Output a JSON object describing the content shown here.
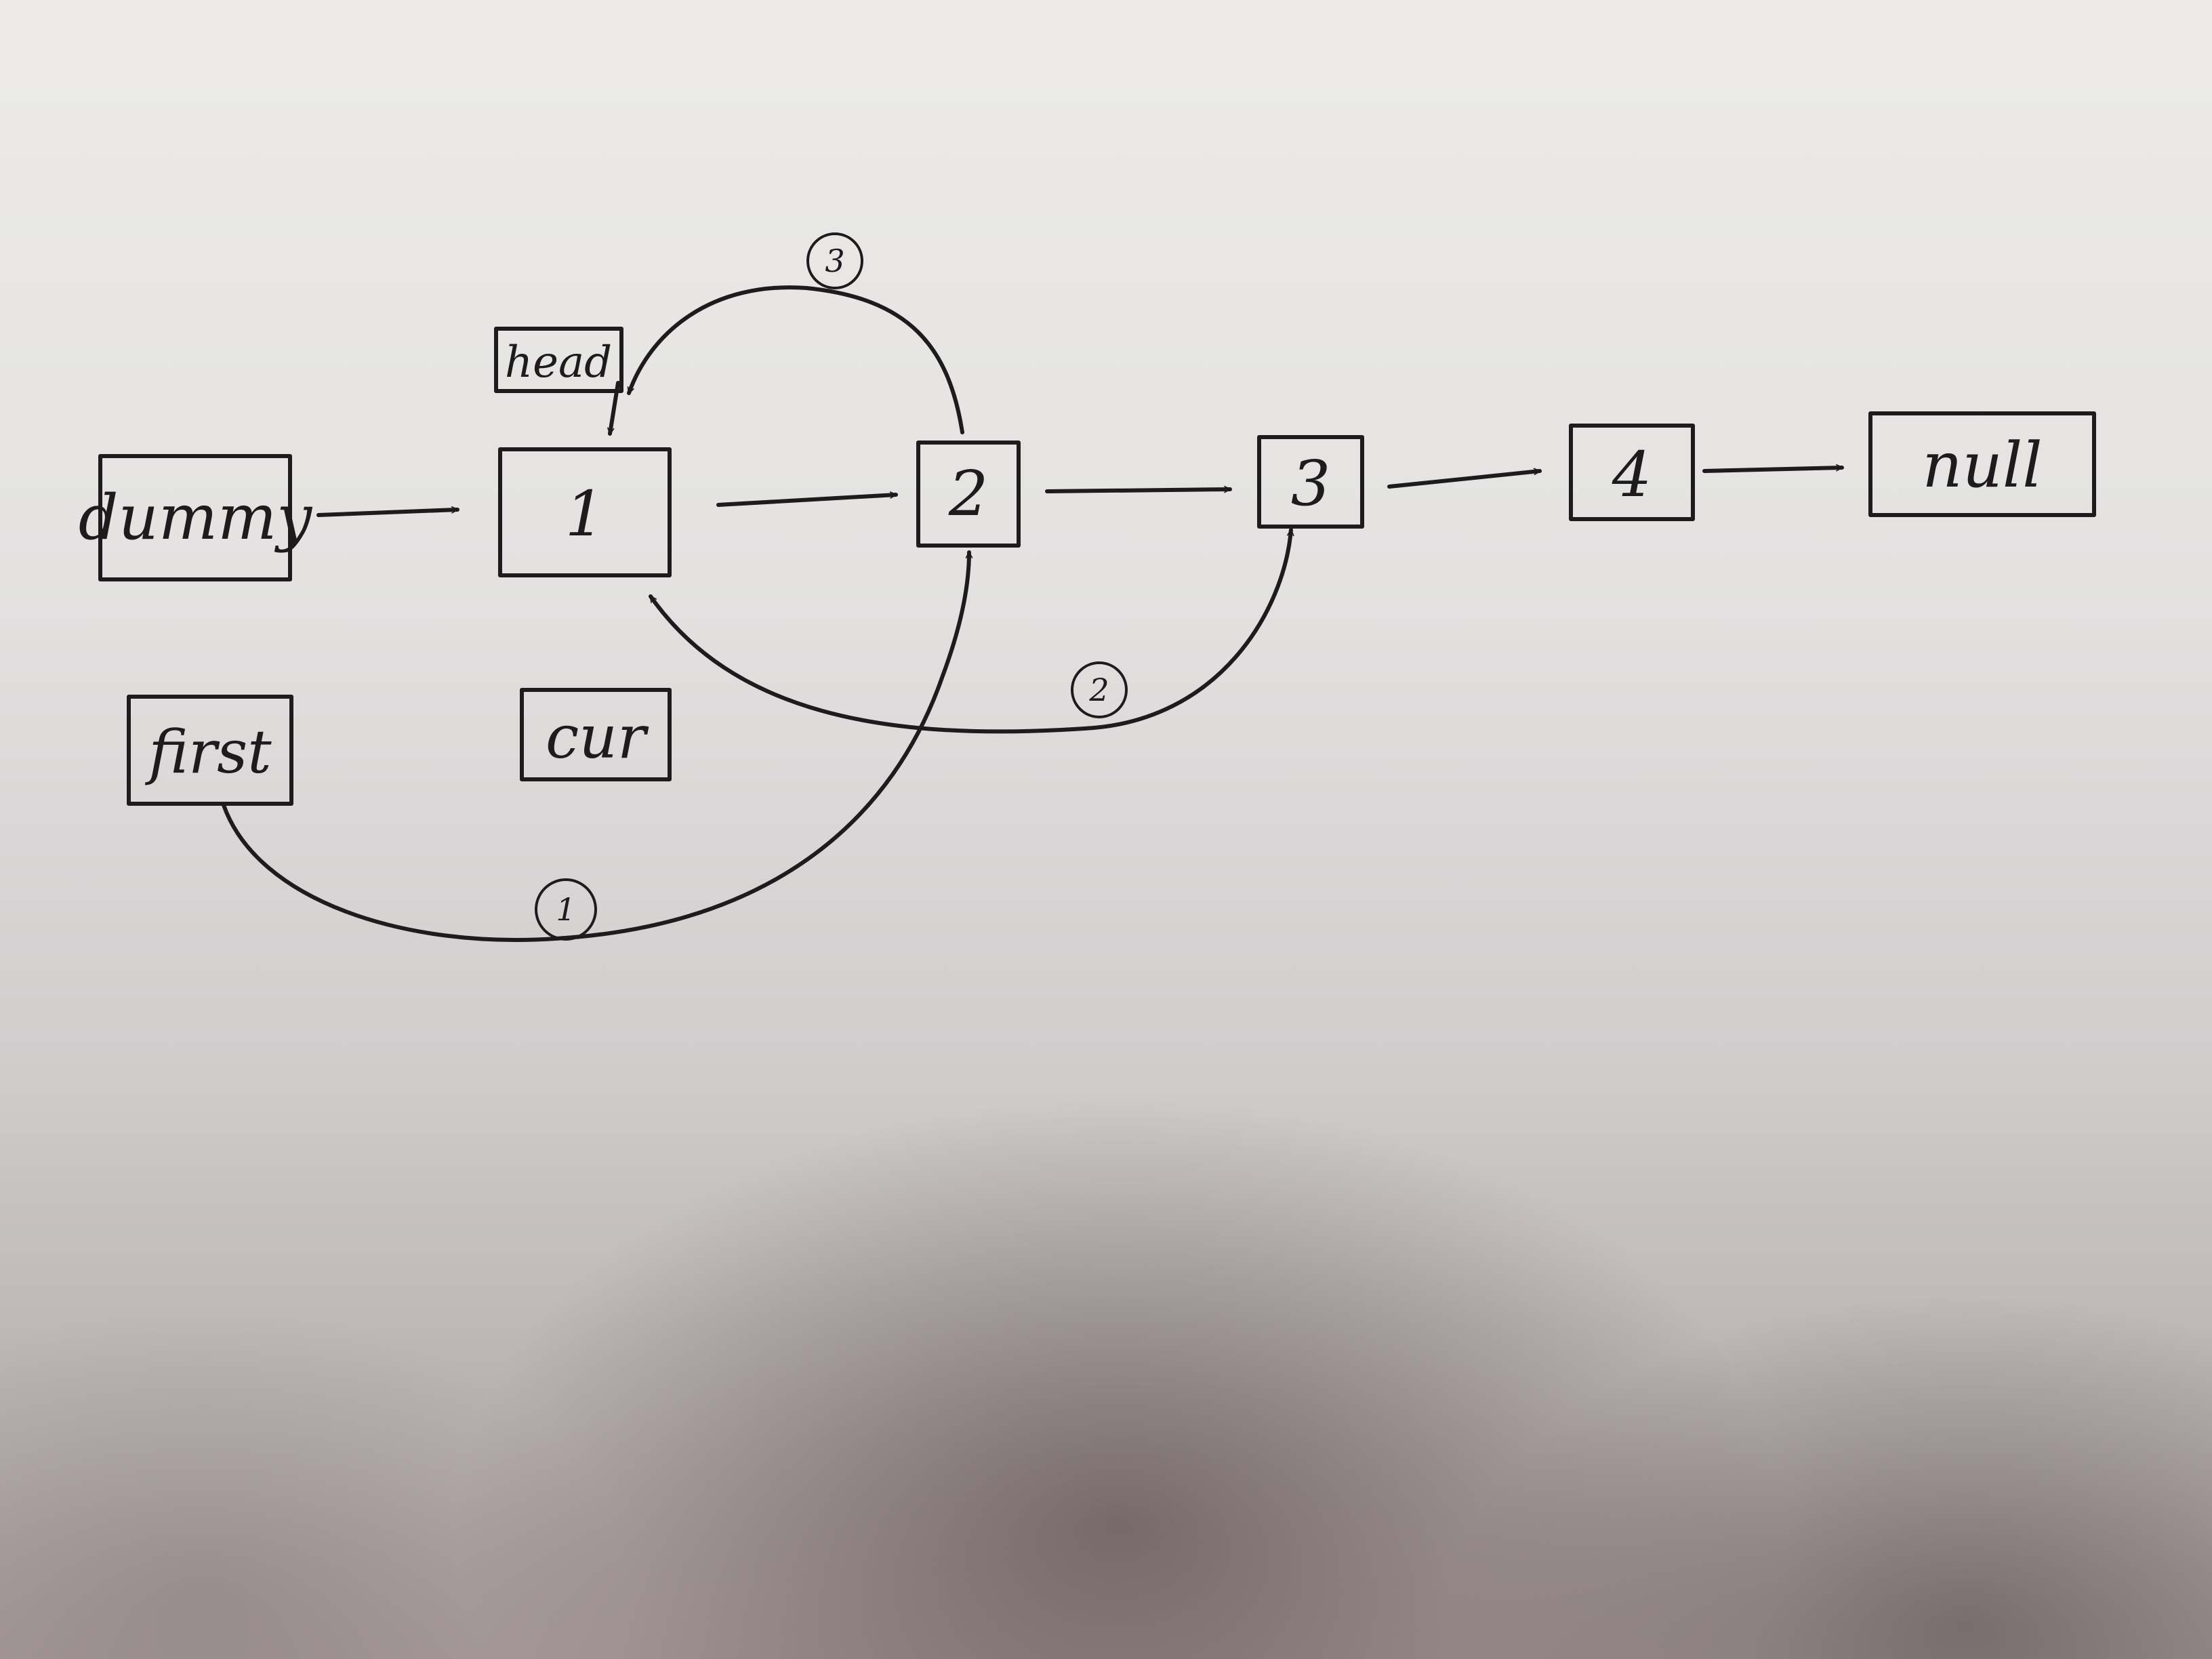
{
  "nodes": {
    "dummy": "dummy",
    "n1": "1",
    "n2": "2",
    "n3": "3",
    "n4": "4",
    "null": "null"
  },
  "pointers": {
    "head": "head",
    "first": "first",
    "cur": "cur"
  },
  "steps": {
    "s1": "1",
    "s2": "2",
    "s3": "3"
  }
}
